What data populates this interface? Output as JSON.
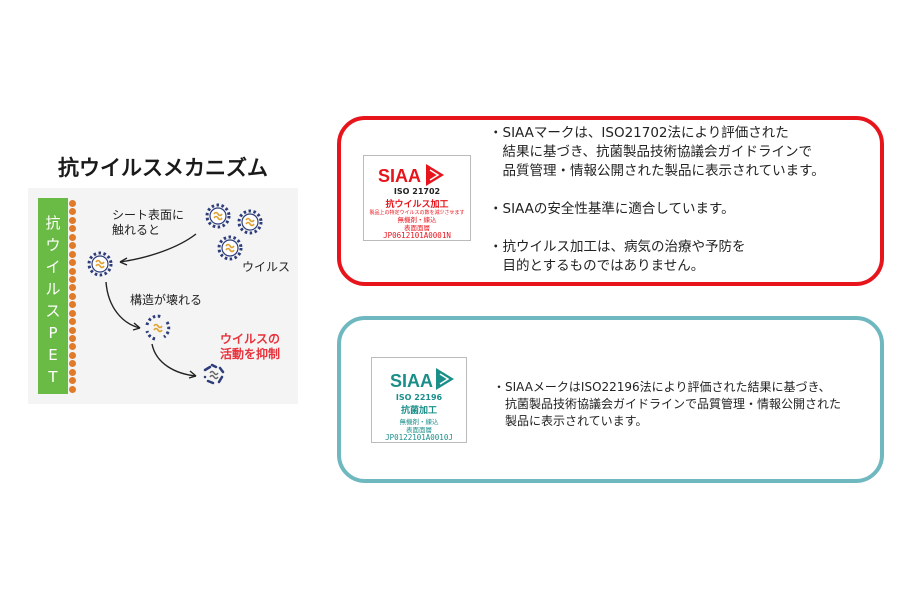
{
  "mechanism": {
    "title": "抗ウイルスメカニズム",
    "pet_label": "抗\nウ\nイ\nル\nス\nP\nE\nT",
    "label_touch": "シート表面に\n触れると",
    "label_virus": "ウイルス",
    "label_broken": "構造が壊れる",
    "label_suppress": "ウイルスの\n活動を抑制",
    "colors": {
      "pet": "#6abb45",
      "dots": "#e07b2a",
      "suppress": "#e8323c"
    }
  },
  "siaa_antiviral": {
    "logo": {
      "brand": "SIAA",
      "standard": "ISO 21702",
      "kind": "抗ウイルス加工",
      "note": "製品上の特定ウイルスの数を減少させます",
      "line1": "無機剤・練込",
      "line2": "表面面層",
      "code": "JP0612101A0001N"
    },
    "bullets": [
      "・SIAAマークは、ISO21702法により評価された",
      "　結果に基づき、抗菌製品技術協議会ガイドラインで",
      "　品質管理・情報公開された製品に表示されています。",
      "",
      "・SIAAの安全性基準に適合しています。",
      "",
      "・抗ウイルス加工は、病気の治療や予防を",
      "　目的とするものではありません。"
    ],
    "border_color": "#e8141c"
  },
  "siaa_antibacterial": {
    "logo": {
      "brand": "SIAA",
      "standard": "ISO 22196",
      "kind": "抗菌加工",
      "line1": "無機剤・練込",
      "line2": "表面面層",
      "code": "JP0122101A0010J"
    },
    "bullets": [
      "・SIAAメークはISO22196法により評価された結果に基づき、",
      "　抗菌製品技術協議会ガイドラインで品質管理・情報公開された",
      "　製品に表示されています。"
    ],
    "border_color": "#6fb8c0"
  }
}
